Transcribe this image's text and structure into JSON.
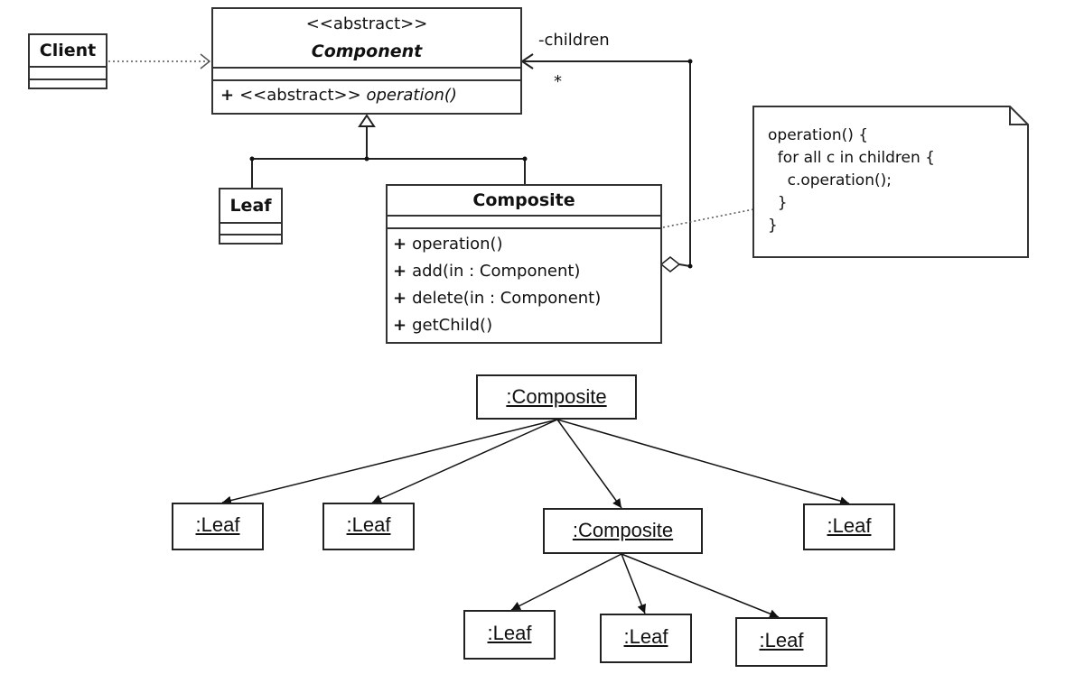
{
  "client": {
    "name": "Client"
  },
  "component": {
    "stereotype": "<<abstract>>",
    "name": "Component",
    "op_visibility": "+",
    "op_stereotype": "<<abstract>>",
    "op_name": "operation()"
  },
  "leaf": {
    "name": "Leaf"
  },
  "composite": {
    "name": "Composite",
    "operations": [
      "operation()",
      "add(in  : Component)",
      "delete(in  : Component)",
      "getChild()"
    ],
    "visibility": "+"
  },
  "association": {
    "role": "-children",
    "multiplicity": "*"
  },
  "note": {
    "lines": [
      "operation() {",
      "  for all c in children {",
      "    c.operation();",
      "  }",
      "}"
    ]
  },
  "objects": {
    "root": ":Composite",
    "leaf1": ":Leaf",
    "leaf2": ":Leaf",
    "mid": ":Composite",
    "leaf3": ":Leaf",
    "leaf4": ":Leaf",
    "leaf5": ":Leaf",
    "leaf6": ":Leaf"
  }
}
